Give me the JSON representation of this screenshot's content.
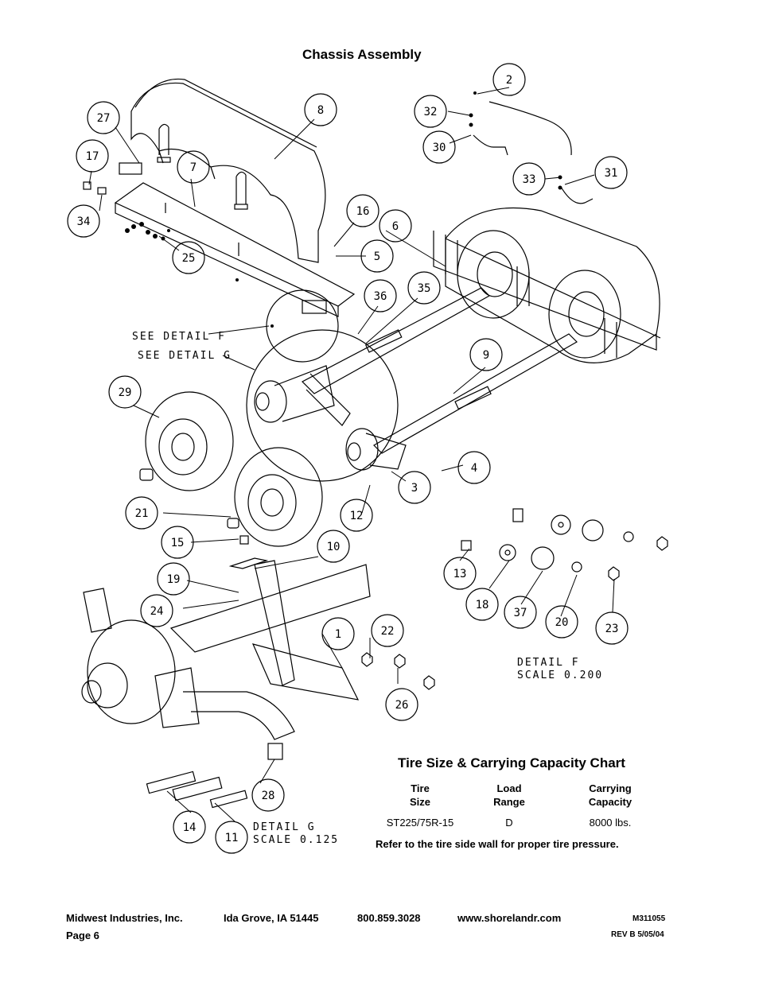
{
  "page_title": "Chassis Assembly",
  "callouts": [
    "1",
    "2",
    "3",
    "4",
    "5",
    "6",
    "7",
    "8",
    "9",
    "10",
    "11",
    "12",
    "13",
    "14",
    "15",
    "16",
    "17",
    "18",
    "19",
    "20",
    "21",
    "22",
    "23",
    "24",
    "25",
    "26",
    "27",
    "28",
    "29",
    "30",
    "31",
    "32",
    "33",
    "34",
    "35",
    "36",
    "37"
  ],
  "details": {
    "see_f": "SEE DETAIL F",
    "see_g": "SEE DETAIL G",
    "f_title": "DETAIL F",
    "f_scale": "SCALE 0.200",
    "g_title": "DETAIL G",
    "g_scale": "SCALE 0.125"
  },
  "tire_chart": {
    "title": "Tire Size & Carrying Capacity Chart",
    "headers": [
      [
        "Tire",
        "Size"
      ],
      [
        "Load",
        "Range"
      ],
      [
        "Carrying",
        "Capacity"
      ]
    ],
    "row": [
      "ST225/75R-15",
      "D",
      "8000 lbs."
    ],
    "note": "Refer to the tire side wall for proper tire pressure."
  },
  "footer": {
    "company": "Midwest Industries, Inc.",
    "address": "Ida Grove, IA  51445",
    "phone": "800.859.3028",
    "website": "www.shorelandr.com",
    "doc_number": "M311055",
    "page": "Page 6",
    "revision": "REV B 5/05/04"
  }
}
